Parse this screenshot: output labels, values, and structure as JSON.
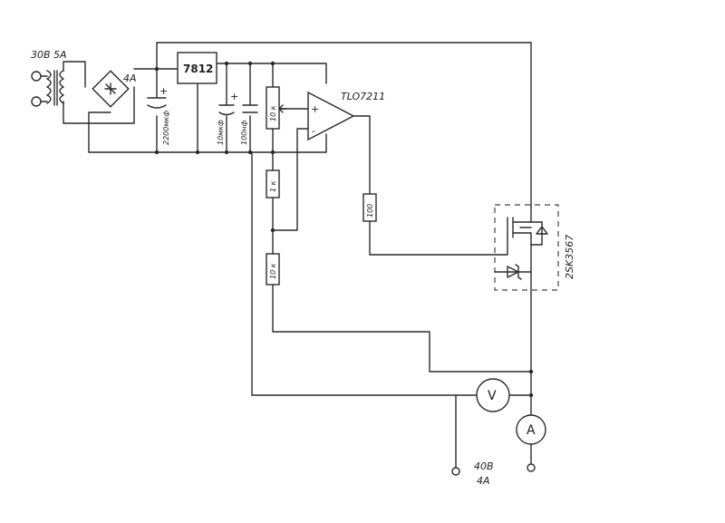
{
  "transformer": {
    "label": "30В 5А"
  },
  "bridge": {
    "label": "4А"
  },
  "regulator": {
    "label": "7812"
  },
  "cap_main": {
    "label": "2200мкф",
    "polarity": "+"
  },
  "cap_small": {
    "label": "10мкф",
    "polarity": "+"
  },
  "cap_ceramic": {
    "label": "100нф"
  },
  "pot": {
    "label": "10 к"
  },
  "opamp": {
    "label": "TLO7211",
    "plus": "+",
    "minus": "-"
  },
  "res_gate": {
    "label": "100"
  },
  "res_1k": {
    "label": "1 к"
  },
  "res_10k": {
    "label": "10 к"
  },
  "mosfet": {
    "label": "2SK3567"
  },
  "voltmeter": {
    "label": "V"
  },
  "ammeter": {
    "label": "A"
  },
  "output": {
    "voltage": "40В",
    "current": "4А"
  }
}
